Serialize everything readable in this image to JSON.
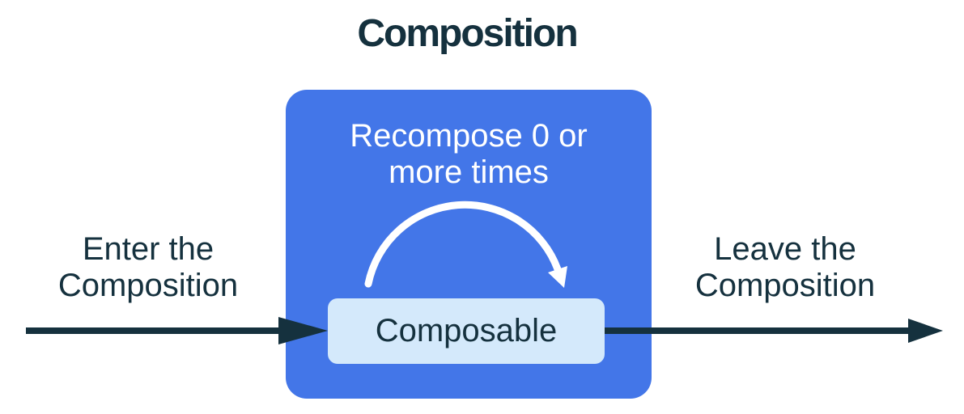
{
  "diagram": {
    "title": "Composition",
    "enter_label": {
      "line1": "Enter the",
      "line2": "Composition"
    },
    "leave_label": {
      "line1": "Leave the",
      "line2": "Composition"
    },
    "recompose_label": {
      "line1": "Recompose 0 or",
      "line2": "more times"
    },
    "composable_label": "Composable",
    "colors": {
      "blue": "#4376E8",
      "light_blue": "#D4E9FB",
      "ink": "#15313E",
      "white": "#FFFFFF",
      "background": "#FFFFFF"
    }
  }
}
